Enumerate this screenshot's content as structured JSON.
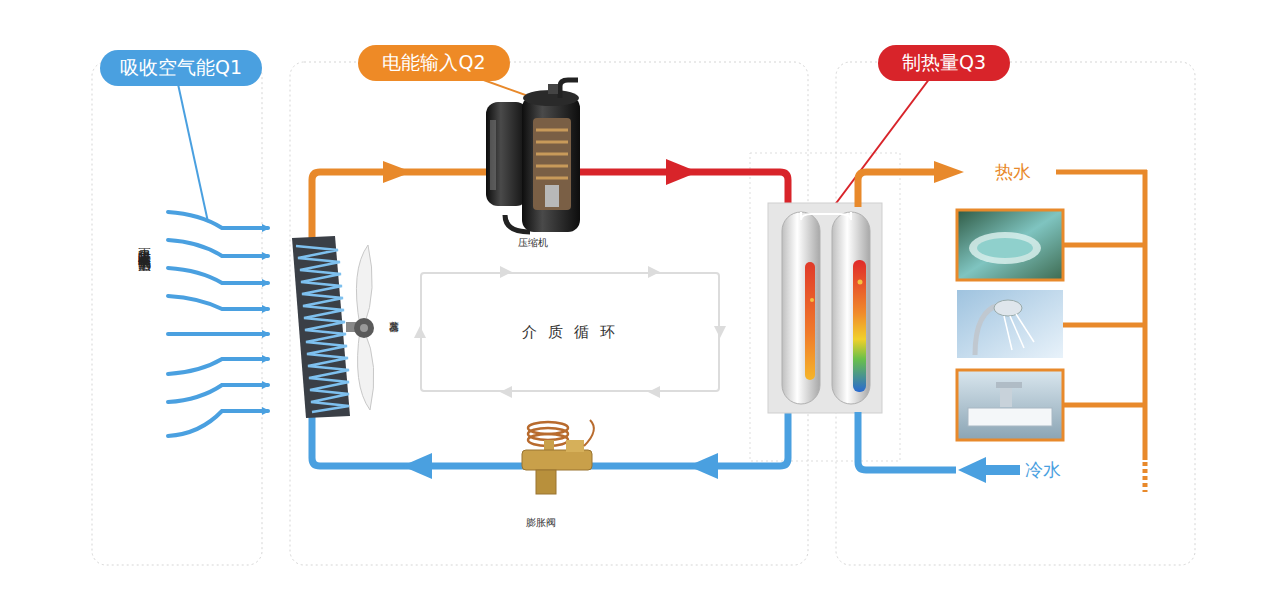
{
  "diagram": {
    "nodes": [
      {
        "text": [
          "吸收空气能Q1"
        ]
      },
      {
        "text": [
          "电能输入Q2"
        ]
      },
      {
        "text": [
          "制热量Q3"
        ]
      },
      {
        "text": [
          "介 质 循 环"
        ]
      }
    ],
    "labels": [
      "更大限度吸收空气中的热量",
      "蒸发器",
      "压缩机",
      "膨胀阀",
      "热水",
      "冷水"
    ]
  }
}
